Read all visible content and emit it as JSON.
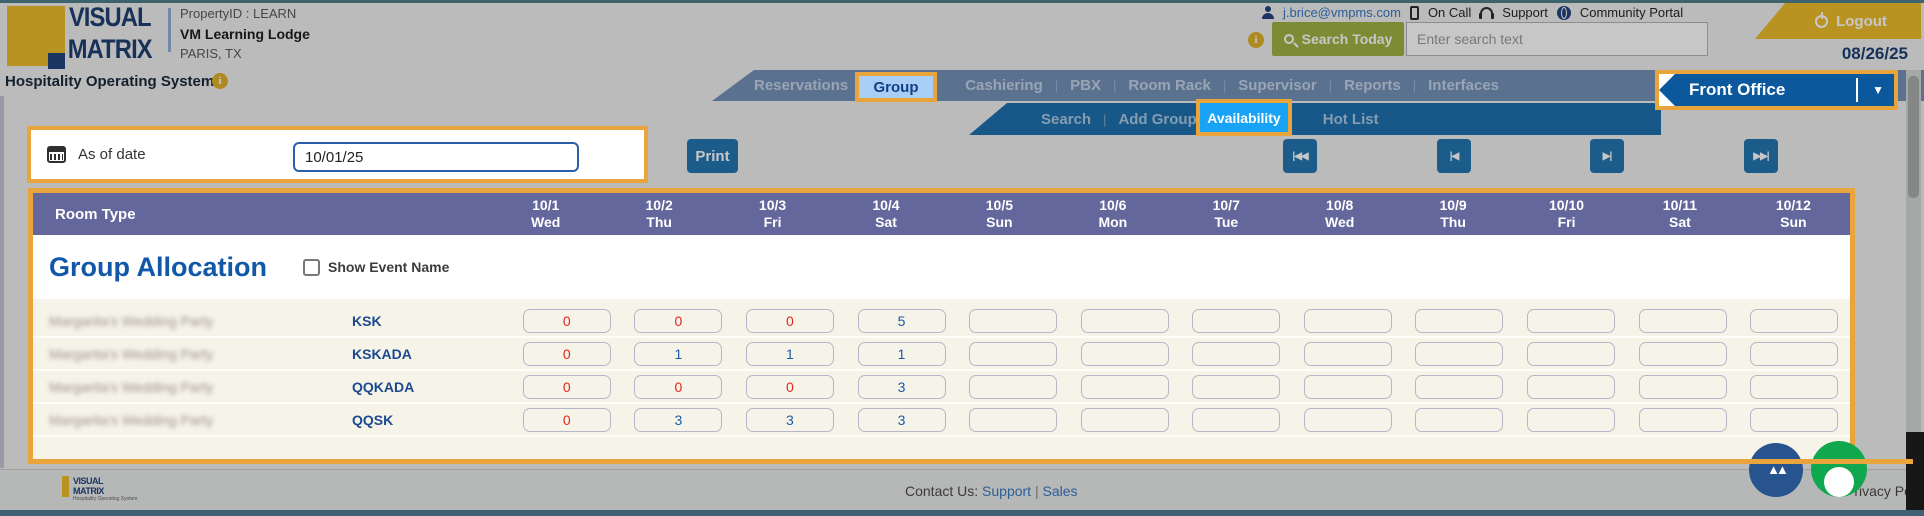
{
  "header": {
    "logo": {
      "line1": "VISUAL",
      "line2": "MATRIX",
      "tagline": "Hospitality Operating System"
    },
    "property": {
      "id": "PropertyID : LEARN",
      "name": "VM Learning Lodge",
      "city": "PARIS, TX"
    },
    "user": {
      "email": "j.brice@vmpms.com",
      "on_call": "On Call",
      "support": "Support",
      "community_portal": "Community Portal",
      "logout": "Logout",
      "date": "08/26/25"
    },
    "search": {
      "button": "Search Today",
      "placeholder": "Enter search text"
    },
    "info_icon": "i"
  },
  "nav": {
    "tabs": [
      "Reservations",
      "Group",
      "Cashiering",
      "PBX",
      "Room Rack",
      "Supervisor",
      "Reports",
      "Interfaces"
    ],
    "active": "Group",
    "separator": "|"
  },
  "subnav": {
    "items": [
      "Search",
      "Add Group",
      "Availability",
      "Hot List"
    ],
    "active": "Availability",
    "separator": "|"
  },
  "module_selector": {
    "label": "Front Office",
    "chevron": "▼"
  },
  "toolbar": {
    "as_of_label": "As of date",
    "as_of_value": "10/01/25",
    "print": "Print",
    "pager": {
      "first": "|◀◀",
      "prev": "|◀",
      "next": "▶|",
      "last": "▶▶|"
    }
  },
  "table": {
    "room_type_header": "Room Type",
    "columns": [
      {
        "date": "10/1",
        "day": "Wed"
      },
      {
        "date": "10/2",
        "day": "Thu"
      },
      {
        "date": "10/3",
        "day": "Fri"
      },
      {
        "date": "10/4",
        "day": "Sat"
      },
      {
        "date": "10/5",
        "day": "Sun"
      },
      {
        "date": "10/6",
        "day": "Mon"
      },
      {
        "date": "10/7",
        "day": "Tue"
      },
      {
        "date": "10/8",
        "day": "Wed"
      },
      {
        "date": "10/9",
        "day": "Thu"
      },
      {
        "date": "10/10",
        "day": "Fri"
      },
      {
        "date": "10/11",
        "day": "Sat"
      },
      {
        "date": "10/12",
        "day": "Sun"
      }
    ],
    "section_title": "Group Allocation",
    "show_event_name_label": "Show Event Name",
    "rows": [
      {
        "group": "Margarita's Wedding Party",
        "room_type": "KSK",
        "values": [
          "0",
          "0",
          "0",
          "5",
          "",
          "",
          "",
          "",
          "",
          "",
          "",
          ""
        ]
      },
      {
        "group": "Margarita's Wedding Party",
        "room_type": "KSKADA",
        "values": [
          "0",
          "1",
          "1",
          "1",
          "",
          "",
          "",
          "",
          "",
          "",
          "",
          ""
        ]
      },
      {
        "group": "Margarita's Wedding Party",
        "room_type": "QQKADA",
        "values": [
          "0",
          "0",
          "0",
          "3",
          "",
          "",
          "",
          "",
          "",
          "",
          "",
          ""
        ]
      },
      {
        "group": "Margarita's Wedding Party",
        "room_type": "QQSK",
        "values": [
          "0",
          "3",
          "3",
          "3",
          "",
          "",
          "",
          "",
          "",
          "",
          "",
          ""
        ]
      }
    ]
  },
  "footer": {
    "contact_label": "Contact Us:",
    "support": "Support",
    "separator": "|",
    "sales": "Sales",
    "privacy": "Privacy Policy"
  },
  "colors": {
    "highlight_gold": "#eaa43c",
    "brand_gold": "#f5bd12",
    "brand_navy": "#1c4587",
    "header_purple": "#63679b",
    "cream": "#f6f4e9",
    "zero_red": "#e2251b",
    "value_blue": "#1d5aa6",
    "ribbon_blue": "#6f92c0",
    "subribbon_blue": "#1173bc",
    "availability_blue": "#18a3f6",
    "group_tab_blue": "#a9cef5",
    "olive_green": "#9fb431"
  }
}
